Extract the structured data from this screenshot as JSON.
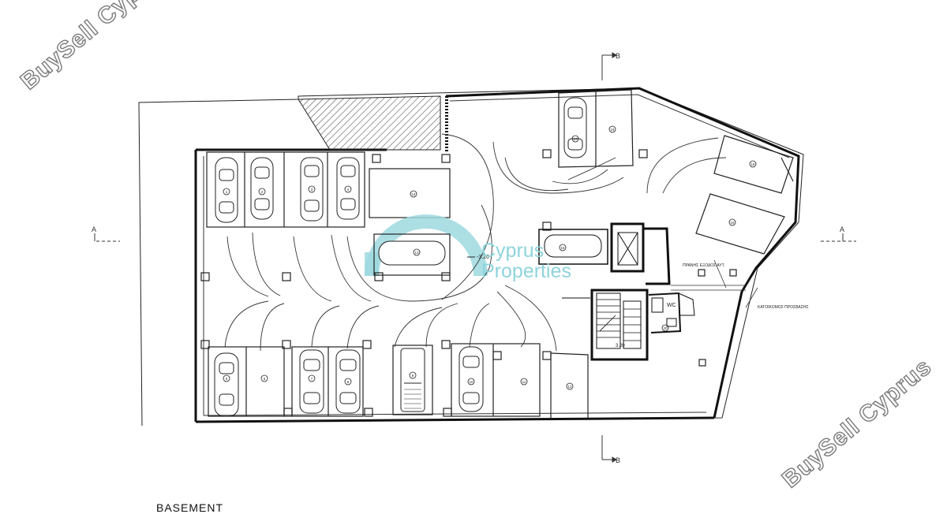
{
  "watermarks": {
    "top_left": "BuySell Cyprus",
    "bottom_right": "BuySell Cyprus"
  },
  "logo": {
    "line1": "Cyprus",
    "line2": "Properties"
  },
  "drawing": {
    "caption": "BASEMENT",
    "section_mark_a": "A",
    "section_mark_b": "B",
    "level_note": "-3.20",
    "stair_note": "3.20",
    "wc_label": "WC",
    "ramp_label_1": "ΠΡΑΝΗΣ ΕΞΟΔΟΣ ΑΥΤ.",
    "ramp_label_2": "ΚΑΤΟΙΚΟΜΟΣ ΠΡΟΣΒΑΣΗΣ"
  },
  "parking_spaces": [
    "1",
    "2",
    "3",
    "4",
    "5",
    "6",
    "7",
    "8",
    "9",
    "10",
    "11",
    "12",
    "13",
    "14",
    "15",
    "16",
    "17",
    "18",
    "19",
    "20"
  ]
}
